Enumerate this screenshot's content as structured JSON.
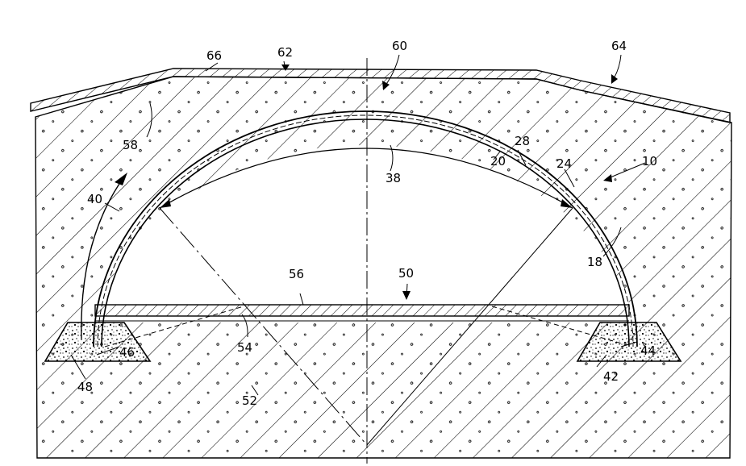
{
  "labels": {
    "l10": "10",
    "l18": "18",
    "l20": "20",
    "l24": "24",
    "l28": "28",
    "l38": "38",
    "l40": "40",
    "l42": "42",
    "l44": "44",
    "l46": "46",
    "l48": "48",
    "l50": "50",
    "l52": "52",
    "l54": "54",
    "l56": "56",
    "l58": "58",
    "l60": "60",
    "l62": "62",
    "l64": "64",
    "l66": "66"
  },
  "colors": {
    "ink": "#000000",
    "paper": "#ffffff"
  }
}
